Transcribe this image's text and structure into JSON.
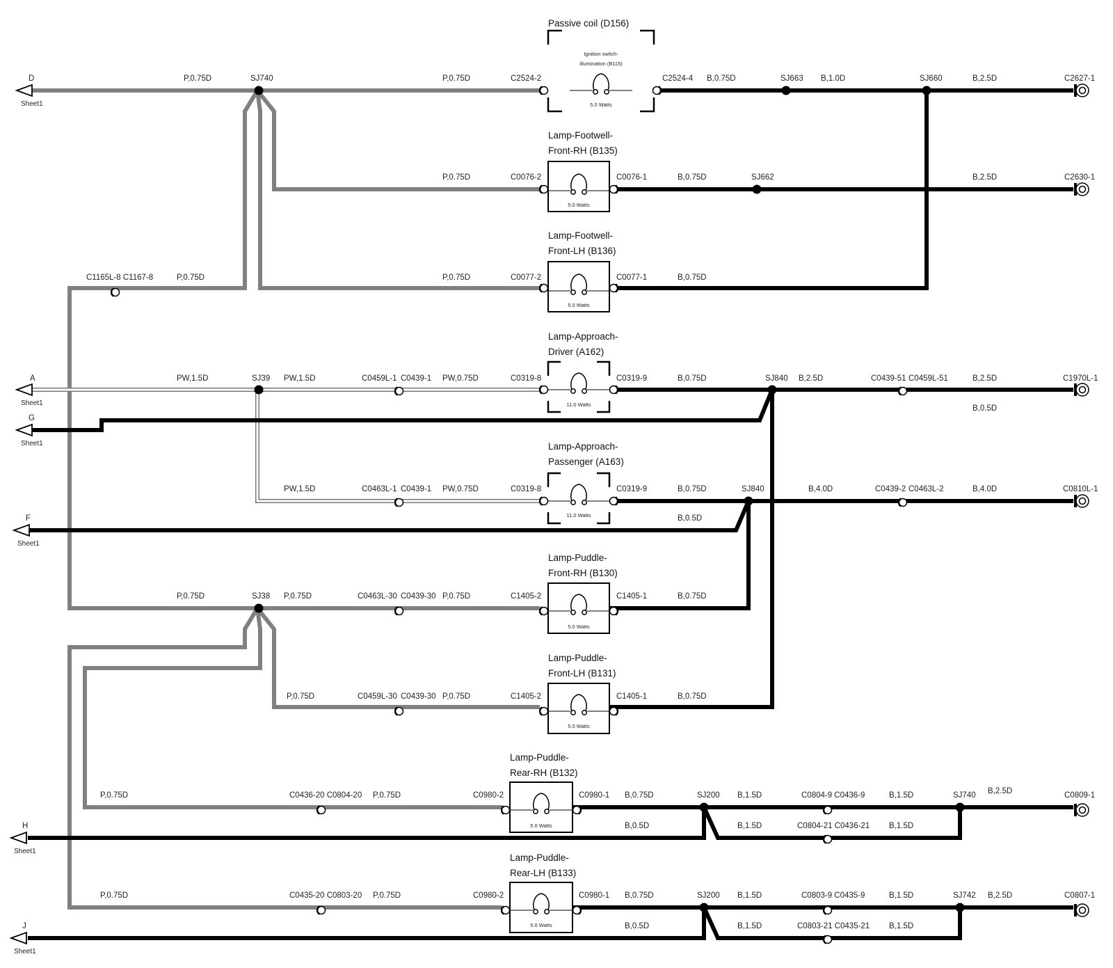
{
  "components": {
    "passive_coil": {
      "title": "Passive coil (D156)",
      "inner1": "Ignition switch-",
      "inner2": "illumination (B115)",
      "watts": "5.0 Watts"
    },
    "footwell_rh": {
      "title1": "Lamp-Footwell-",
      "title2": "Front-RH (B135)",
      "watts": "5.0 Watts"
    },
    "footwell_lh": {
      "title1": "Lamp-Footwell-",
      "title2": "Front-LH (B136)",
      "watts": "5.0 Watts"
    },
    "approach_driver": {
      "title1": "Lamp-Approach-",
      "title2": "Driver (A162)",
      "watts": "11.0 Watts"
    },
    "approach_passenger": {
      "title1": "Lamp-Approach-",
      "title2": "Passenger (A163)",
      "watts": "11.0 Watts"
    },
    "puddle_front_rh": {
      "title1": "Lamp-Puddle-",
      "title2": "Front-RH (B130)",
      "watts": "5.0 Watts"
    },
    "puddle_front_lh": {
      "title1": "Lamp-Puddle-",
      "title2": "Front-LH (B131)",
      "watts": "5.0 Watts"
    },
    "puddle_rear_rh": {
      "title1": "Lamp-Puddle-",
      "title2": "Rear-RH (B132)",
      "watts": "5.0 Watts"
    },
    "puddle_rear_lh": {
      "title1": "Lamp-Puddle-",
      "title2": "Rear-LH (B133)",
      "watts": "5.0 Watts"
    }
  },
  "offsheet": {
    "D": {
      "letter": "D",
      "sheet": "Sheet1"
    },
    "A": {
      "letter": "A",
      "sheet": "Sheet1"
    },
    "G": {
      "letter": "G",
      "sheet": "Sheet1"
    },
    "F": {
      "letter": "F",
      "sheet": "Sheet1"
    },
    "H": {
      "letter": "H",
      "sheet": "Sheet1"
    },
    "J": {
      "letter": "J",
      "sheet": "Sheet1"
    }
  },
  "splices": {
    "sj740": "SJ740",
    "sj663": "SJ663",
    "sj660": "SJ660",
    "sj662": "SJ662",
    "sj39": "SJ39",
    "sj840a": "SJ840",
    "sj840b": "SJ840",
    "sj38": "SJ38",
    "sj200a": "SJ200",
    "sj740b": "SJ740",
    "sj200b": "SJ200",
    "sj742": "SJ742"
  },
  "connectors": {
    "c2524_2": "C2524-2",
    "c2524_4": "C2524-4",
    "c2627_1": "C2627-1",
    "c0076_2": "C0076-2",
    "c0076_1": "C0076-1",
    "c2630_1": "C2630-1",
    "c1165_1167": "C1165L-8 C1167-8",
    "c0077_2": "C0077-2",
    "c0077_1": "C0077-1",
    "c0459l_1": "C0459L-1",
    "c0439_1a": "C0439-1",
    "c0319_8a": "C0319-8",
    "c0319_9a": "C0319-9",
    "c0439_51": "C0439-51",
    "c0459l_51": "C0459L-51",
    "c1970l_1": "C1970L-1",
    "c0463l_1": "C0463L-1",
    "c0439_1b": "C0439-1",
    "c0319_8b": "C0319-8",
    "c0319_9b": "C0319-9",
    "c0439_2": "C0439-2",
    "c0463l_2": "C0463L-2",
    "c0810l_1": "C0810L-1",
    "c0463l_30": "C0463L-30",
    "c0439_30a": "C0439-30",
    "c1405_2a": "C1405-2",
    "c1405_1a": "C1405-1",
    "c0459l_30": "C0459L-30",
    "c0439_30b": "C0439-30",
    "c1405_2b": "C1405-2",
    "c1405_1b": "C1405-1",
    "c0436_20": "C0436-20 C0804-20",
    "c0980_2a": "C0980-2",
    "c0980_1a": "C0980-1",
    "c0804_9": "C0804-9 C0436-9",
    "c0804_21": "C0804-21 C0436-21",
    "c0809_1": "C0809-1",
    "c0435_20": "C0435-20 C0803-20",
    "c0980_2b": "C0980-2",
    "c0980_1b": "C0980-1",
    "c0803_9": "C0803-9 C0435-9",
    "c0803_21": "C0803-21 C0435-21",
    "c0807_1": "C0807-1"
  },
  "wires": {
    "r1_a": "P,0.75D",
    "r1_b": "P,0.75D",
    "r1_c": "B,0.75D",
    "r1_d": "B,1.0D",
    "r1_e": "B,2.5D",
    "r2_a": "P,0.75D",
    "r2_b": "B,0.75D",
    "r2_c": "B,2.5D",
    "r3_a": "P,0.75D",
    "r3_b": "P,0.75D",
    "r3_c": "B,0.75D",
    "r4_a": "PW,1.5D",
    "r4_b": "PW,1.5D",
    "r4_c": "PW,0.75D",
    "r4_d": "B,0.75D",
    "r4_e": "B,2.5D",
    "r4_f": "B,2.5D",
    "r4_g": "B,0.5D",
    "r5_a": "PW,1.5D",
    "r5_b": "PW,0.75D",
    "r5_c": "B,0.75D",
    "r5_d": "B,4.0D",
    "r5_e": "B,4.0D",
    "r5_f": "B,0.5D",
    "r6_a": "P,0.75D",
    "r6_b": "P,0.75D",
    "r6_c": "P,0.75D",
    "r6_d": "B,0.75D",
    "r7_a": "P,0.75D",
    "r7_b": "P,0.75D",
    "r7_c": "B,0.75D",
    "r8_a": "P,0.75D",
    "r8_b": "P,0.75D",
    "r8_c": "B,0.75D",
    "r8_d": "B,1.5D",
    "r8_e": "B,1.5D",
    "r8_f": "B,2.5D",
    "r8_g": "B,0.5D",
    "r8_h": "B,1.5D",
    "r8_i": "B,1.5D",
    "r9_a": "P,0.75D",
    "r9_b": "P,0.75D",
    "r9_c": "B,0.75D",
    "r9_d": "B,1.5D",
    "r9_e": "B,1.5D",
    "r9_f": "B,2.5D",
    "r9_g": "B,0.5D",
    "r9_h": "B,1.5D",
    "r9_i": "B,1.5D"
  },
  "colors": {
    "grey_wire": "#808080",
    "black_wire": "#000000",
    "pw_wire": "#777777"
  }
}
